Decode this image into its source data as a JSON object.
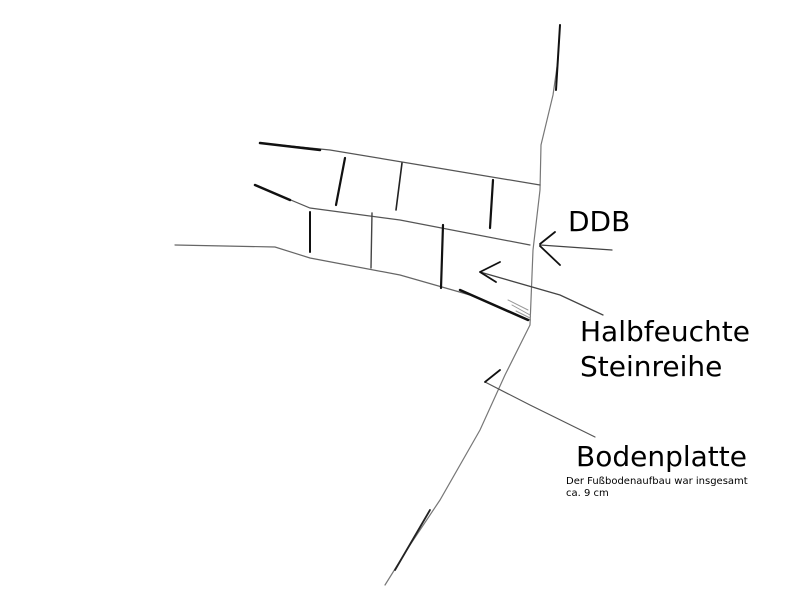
{
  "labels": {
    "ddb": "DDB",
    "halbfeuchte_line1": "Halbfeuchte",
    "halbfeuchte_line2": "Steinreihe",
    "bodenplatte": "Bodenplatte",
    "note_line1": "Der Fußbodenaufbau war insgesamt",
    "note_line2": "ca. 9 cm"
  }
}
